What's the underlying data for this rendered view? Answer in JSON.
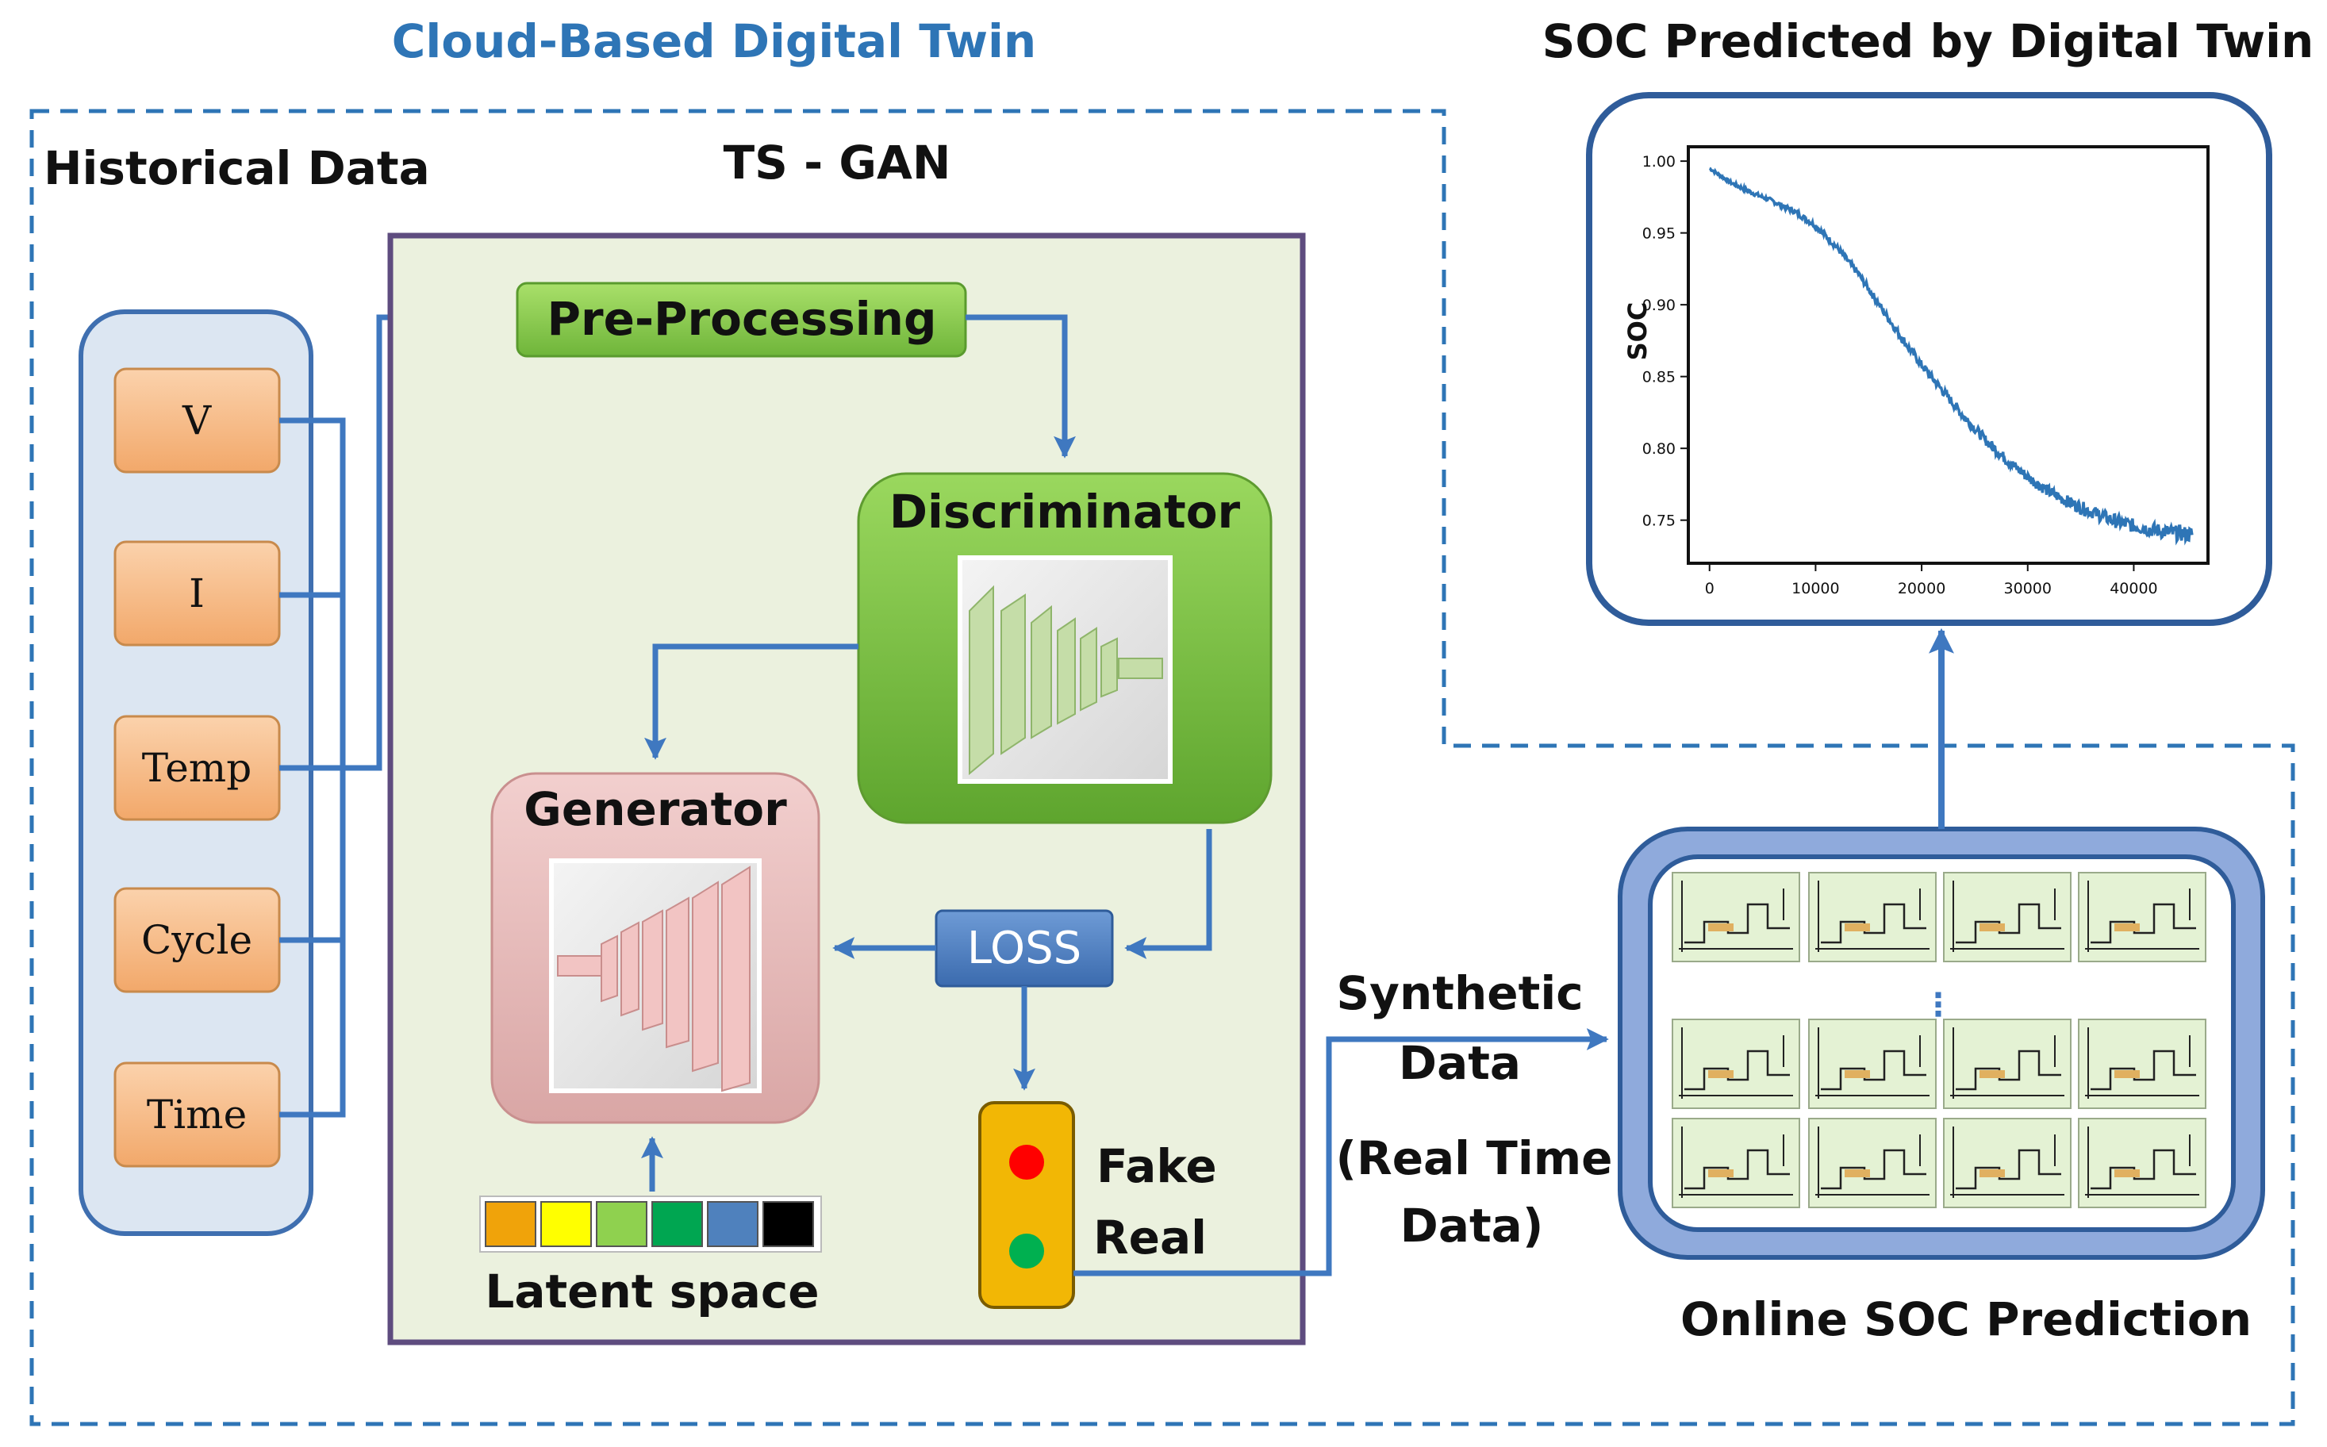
{
  "colors": {
    "dashed_border": "#2E75B6",
    "arrow": "#3F78C0",
    "title_blue": "#2E75B6",
    "inputs_panel_bg": "#DCE6F2",
    "input_box": "#F8C08F",
    "tsgan_bg": "#EBF1DE",
    "tsgan_border": "#5E4C7F",
    "preprocessing": "#8FD14F",
    "discriminator": "#7CC242",
    "generator": "#E6B9B8",
    "loss": "#4F81BD",
    "light_yellow": "#F2B705",
    "light_red": "#FF0000",
    "light_green": "#00B050",
    "soc_line": "#2E75B6"
  },
  "titles": {
    "cloud": "Cloud-Based Digital Twin",
    "soc_predicted": "SOC Predicted by Digital Twin",
    "historical": "Historical Data",
    "tsgan": "TS - GAN",
    "online": "Online SOC Prediction"
  },
  "inputs": [
    "V",
    "I",
    "Temp",
    "Cycle",
    "Time"
  ],
  "blocks": {
    "preprocessing": "Pre-Processing",
    "discriminator": "Discriminator",
    "generator": "Generator",
    "loss": "LOSS",
    "latent": "Latent space",
    "fake": "Fake",
    "real": "Real"
  },
  "latent_colors": [
    "#F0A30A",
    "#FFFF00",
    "#8FD14F",
    "#00A651",
    "#4F81BD",
    "#000000"
  ],
  "synthetic": {
    "line1": "Synthetic",
    "line2": "Data",
    "line3": "(Real Time",
    "line4": "Data)"
  },
  "chart_data": {
    "type": "line",
    "title": "",
    "xlabel": "",
    "ylabel": "SOC",
    "xlim": [
      -2000,
      47000
    ],
    "ylim": [
      0.72,
      1.01
    ],
    "xticks": [
      0,
      10000,
      20000,
      30000,
      40000
    ],
    "yticks": [
      0.75,
      0.8,
      0.85,
      0.9,
      0.95,
      1.0
    ],
    "xtick_labels": [
      "0",
      "10000",
      "20000",
      "30000",
      "40000"
    ],
    "ytick_labels": [
      "0.75",
      "0.80",
      "0.85",
      "0.90",
      "0.95",
      "1.00"
    ],
    "series": [
      {
        "x": [
          0,
          2000,
          4000,
          6000,
          8000,
          10000,
          12000,
          14000,
          16000,
          18000,
          20000,
          22000,
          24000,
          26000,
          28000,
          30000,
          32000,
          34000,
          36000,
          38000,
          40000,
          42000,
          44000,
          45500
        ],
        "values": [
          0.995,
          0.985,
          0.978,
          0.972,
          0.965,
          0.955,
          0.94,
          0.922,
          0.9,
          0.878,
          0.858,
          0.84,
          0.822,
          0.806,
          0.792,
          0.78,
          0.77,
          0.762,
          0.756,
          0.75,
          0.746,
          0.743,
          0.741,
          0.74
        ]
      }
    ]
  }
}
